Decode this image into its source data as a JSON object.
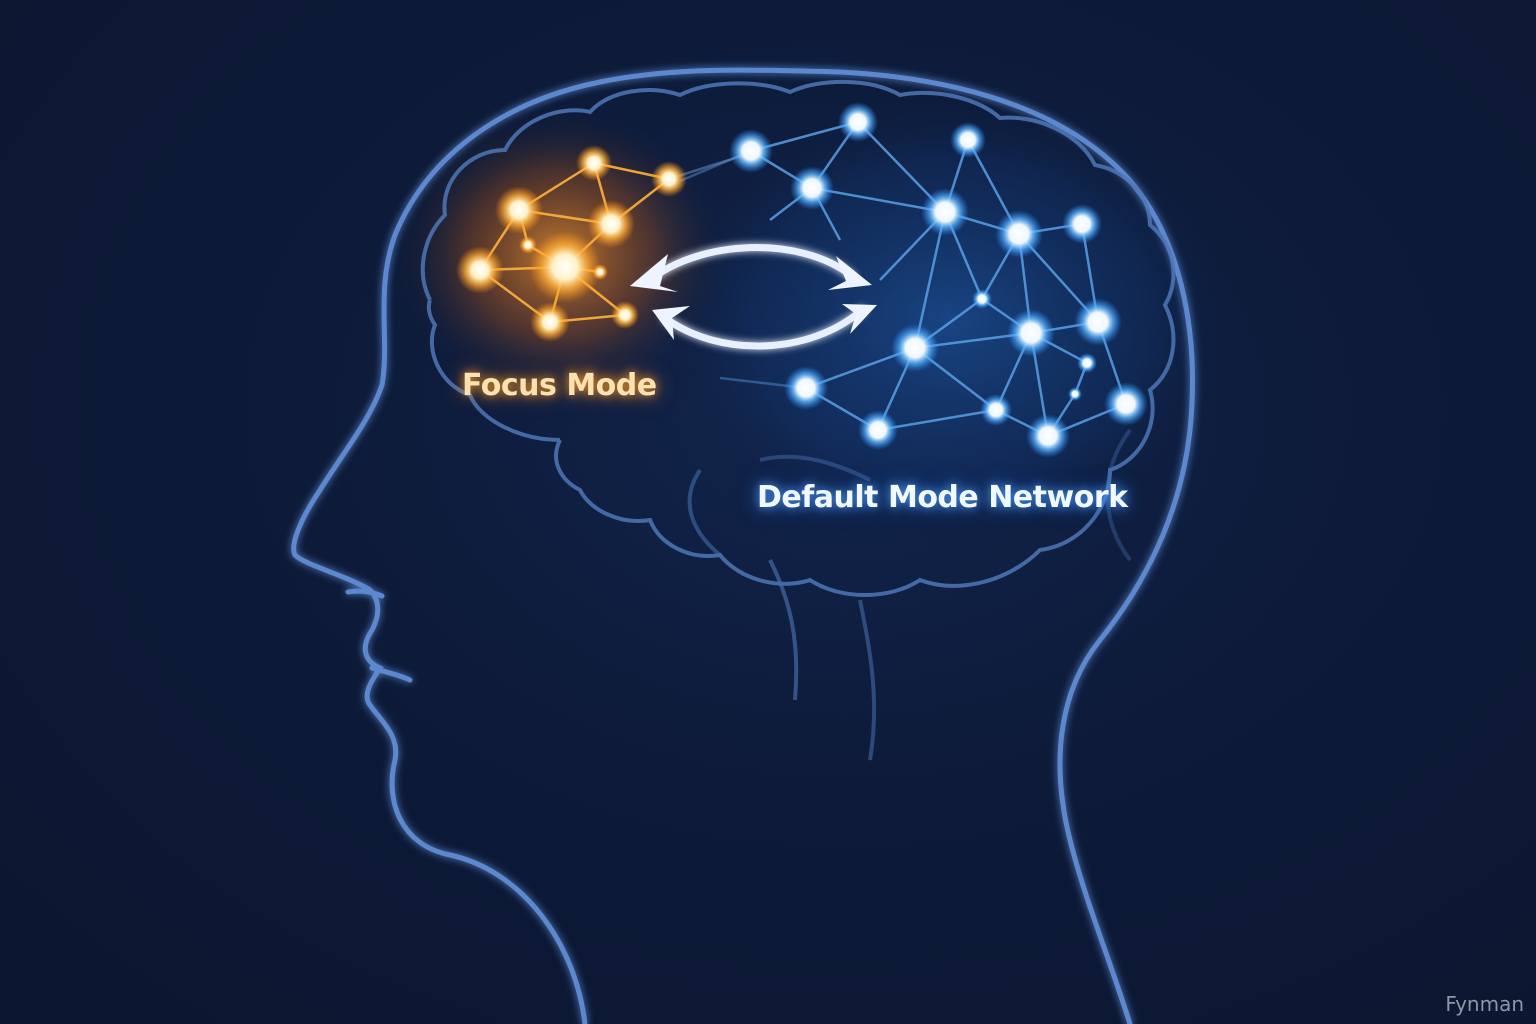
{
  "diagram": {
    "labels": {
      "focus_mode": "Focus Mode",
      "default_mode_network": "Default Mode Network"
    },
    "watermark": "Fynman",
    "colors": {
      "background": "#0c1831",
      "outline": "#5b88cf",
      "focus_glow": "#ffa52a",
      "network_glow": "#4aa8ff",
      "arrow": "#e8f0ff"
    },
    "icons": {
      "head": "head-profile-icon",
      "brain": "brain-icon",
      "arrows": "bidirectional-swap-arrows-icon"
    }
  }
}
